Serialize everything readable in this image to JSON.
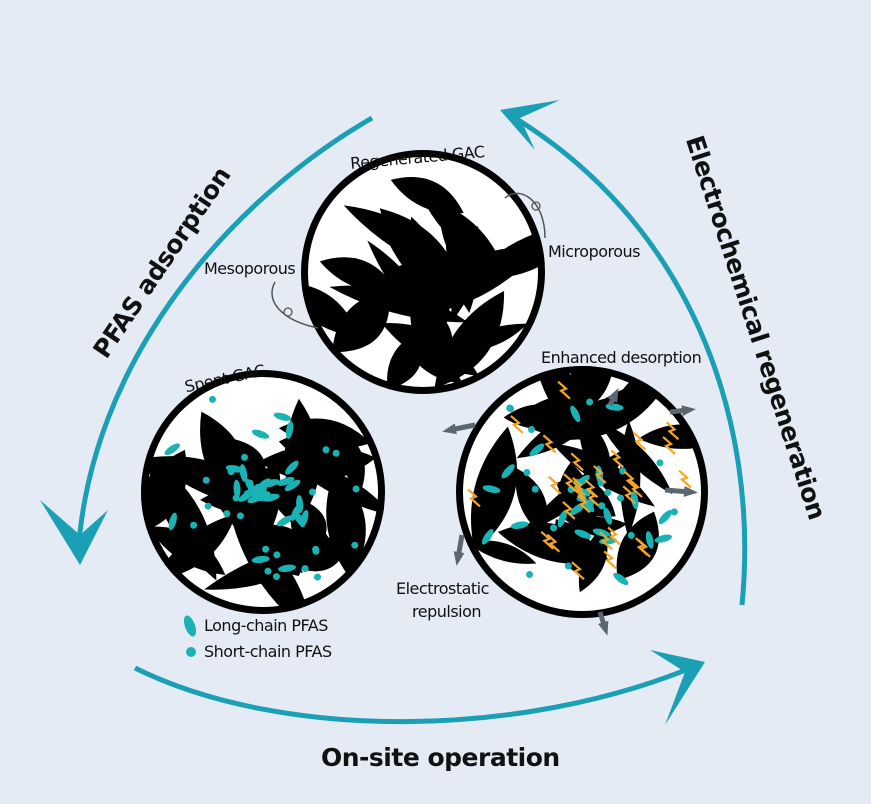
{
  "cycle_labels": {
    "adsorption": "PFAS adsorption",
    "regeneration": "Electrochemical regeneration",
    "operation": "On-site operation"
  },
  "circles": {
    "regenerated": "Regenerated GAC",
    "spent": "Spent GAC",
    "enhanced": "Enhanced desorption"
  },
  "annotations": {
    "mesoporous": "Mesoporous",
    "microporous": "Microporous",
    "repulsion_line1": "Electrostatic",
    "repulsion_line2": "repulsion"
  },
  "legend": {
    "long_chain": "Long-chain PFAS",
    "short_chain": "Short-chain PFAS"
  },
  "colors": {
    "background": "#e4ebf5",
    "arrow": "#1a9fb5",
    "pfas": "#19b3b6",
    "lightning": "#f5a623",
    "flow_arrow": "#5a6770"
  }
}
